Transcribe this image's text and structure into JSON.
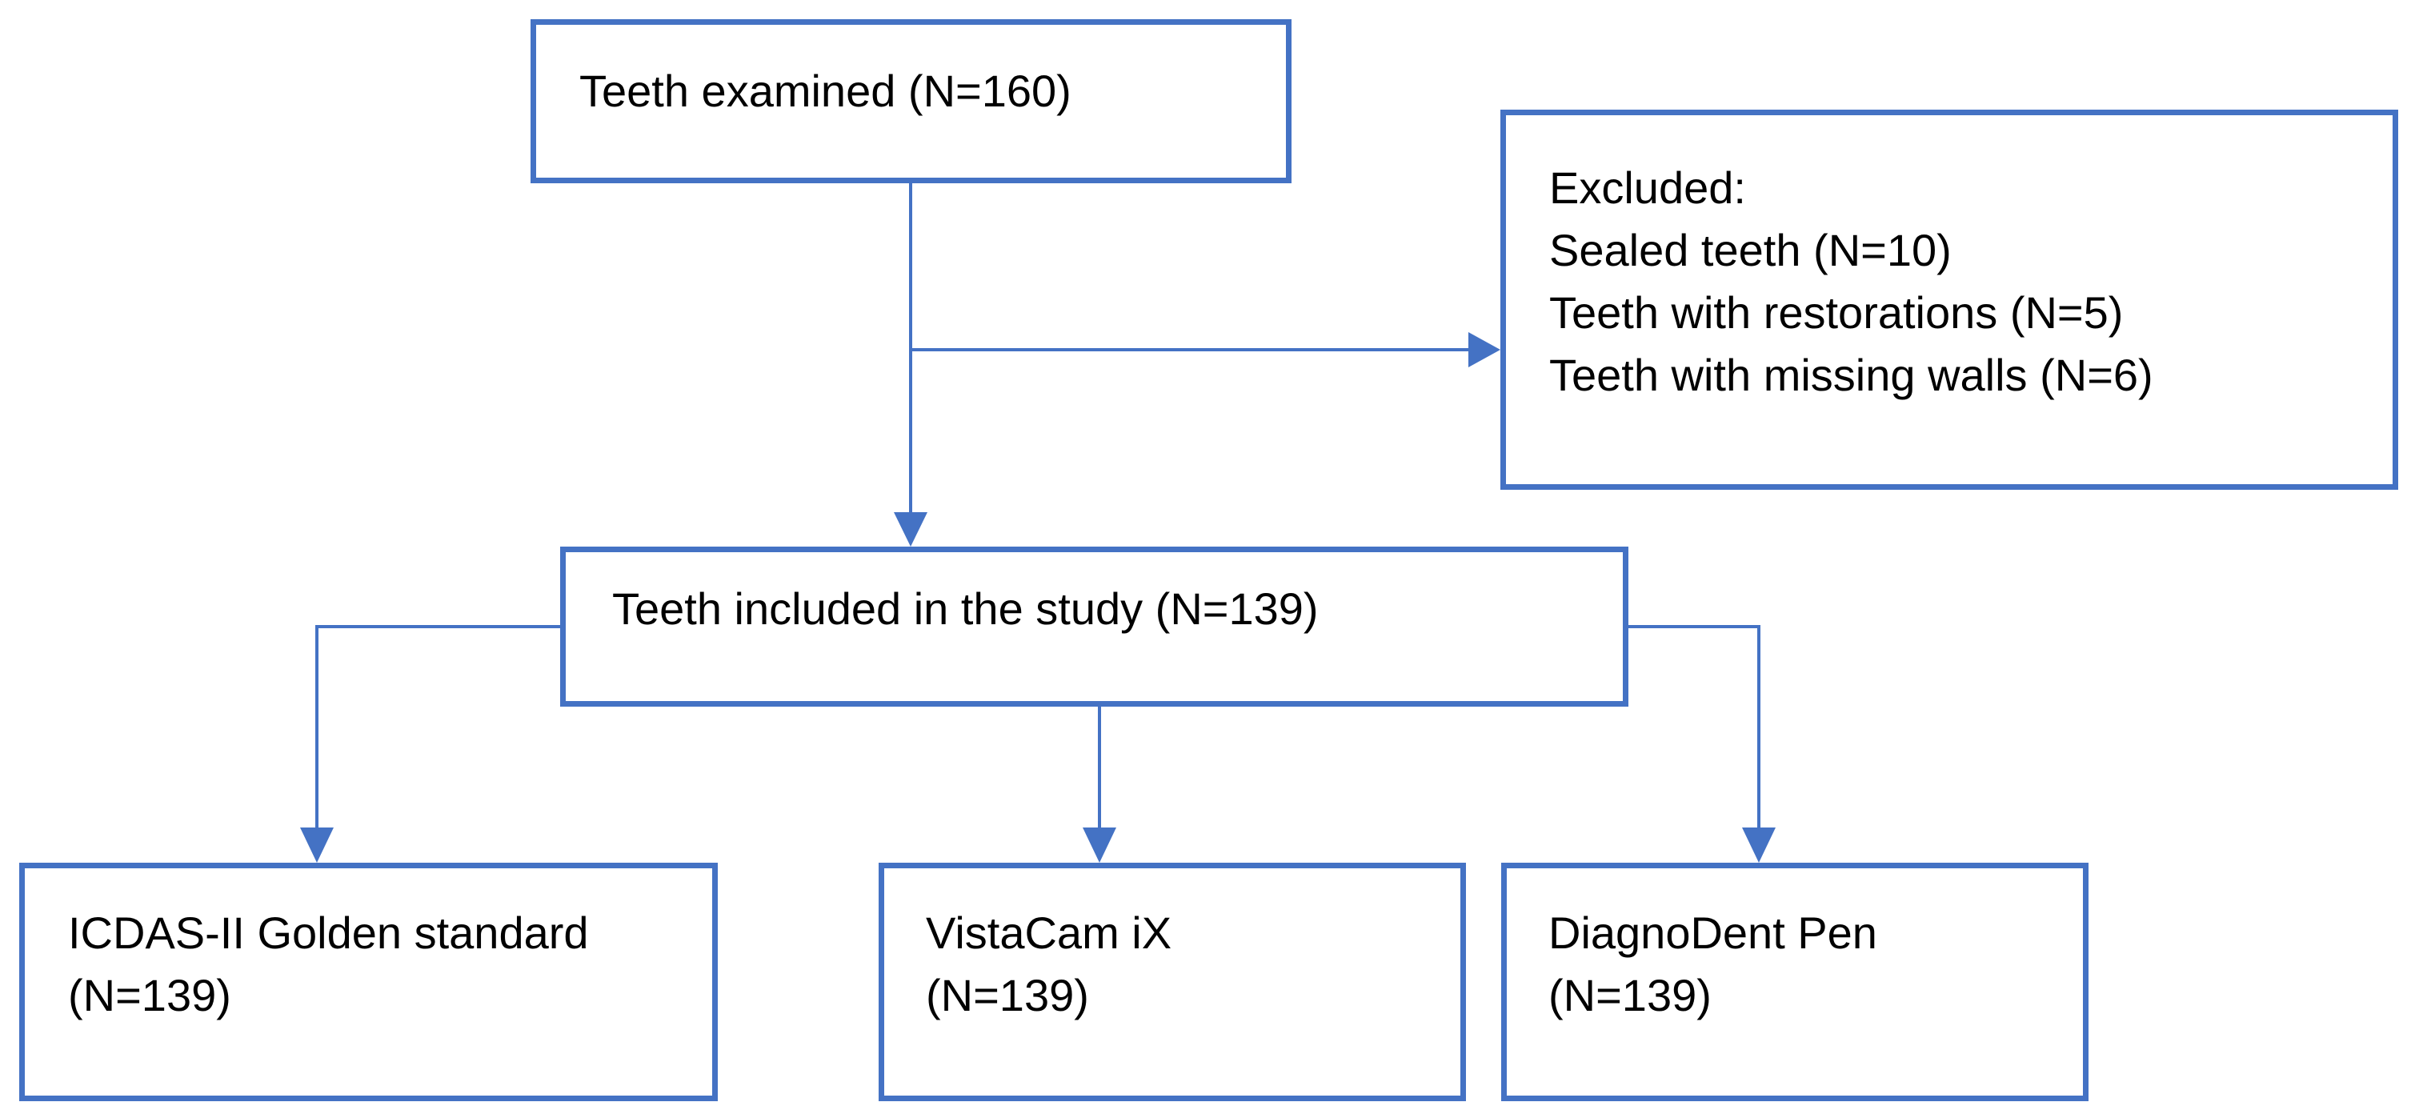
{
  "colors": {
    "box_border": "#4472c4",
    "connector": "#4472c4",
    "text": "#000000",
    "background": "#ffffff"
  },
  "examined": {
    "line1": "Teeth examined (N=160)"
  },
  "excluded": {
    "heading": "Excluded:",
    "items": [
      "Sealed teeth (N=10)",
      "Teeth with restorations (N=5)",
      "Teeth with missing walls (N=6)"
    ]
  },
  "included": {
    "line1": "Teeth included in the study (N=139)"
  },
  "methods": [
    {
      "line1": "ICDAS-II Golden standard",
      "line2": "(N=139)"
    },
    {
      "line1": "VistaCam iX",
      "line2": "(N=139)"
    },
    {
      "line1": "DiagnoDent Pen",
      "line2": "(N=139)"
    }
  ]
}
